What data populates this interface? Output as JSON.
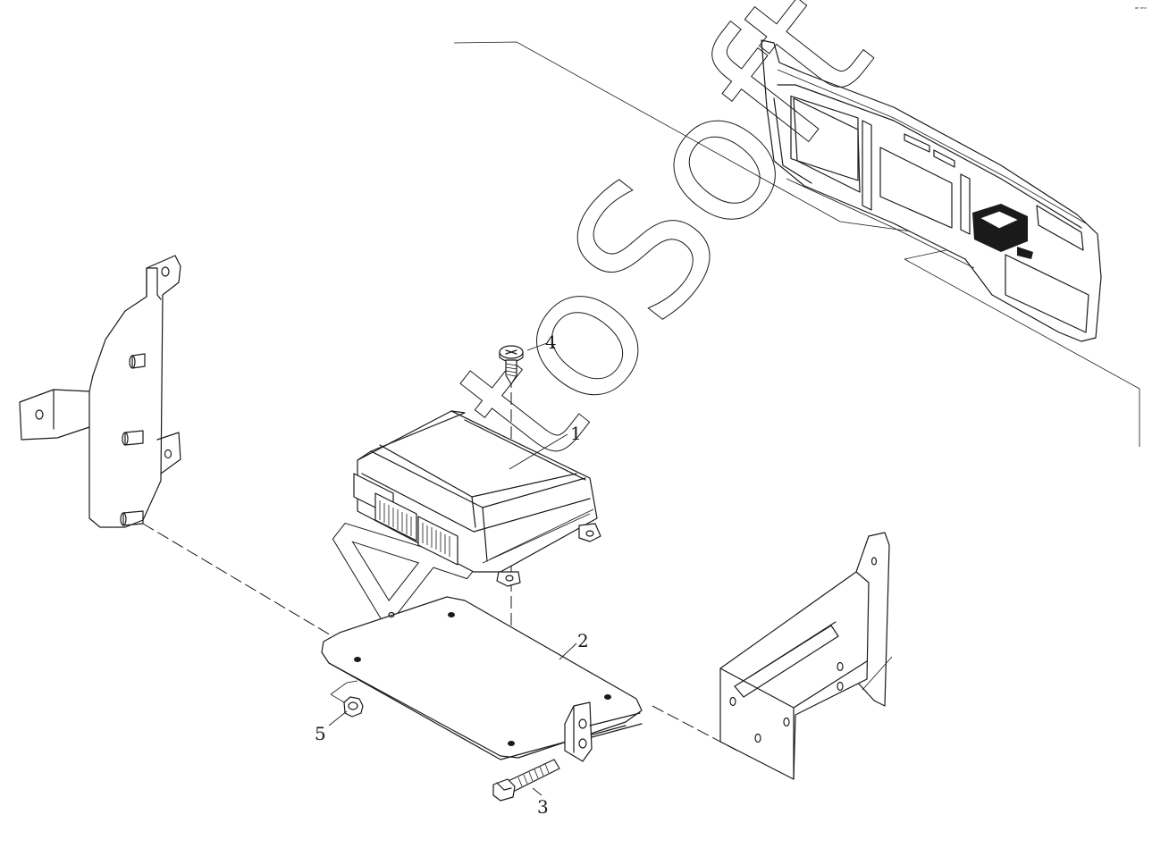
{
  "diagram": {
    "callouts": [
      {
        "id": "1",
        "label": "1"
      },
      {
        "id": "2",
        "label": "2"
      },
      {
        "id": "3",
        "label": "3"
      },
      {
        "id": "4",
        "label": "4"
      },
      {
        "id": "5",
        "label": "5"
      }
    ],
    "watermark": "AutoSoft",
    "corner_mark": "ꟹ ⁿⁿⁿ"
  }
}
